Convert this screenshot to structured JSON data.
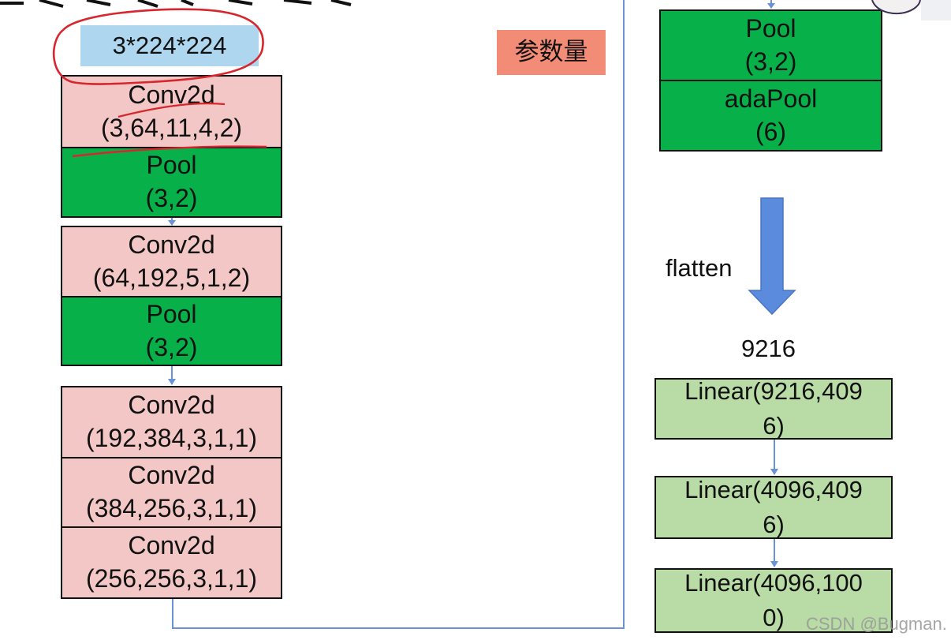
{
  "colors": {
    "conv": "#f4c7c7",
    "pool": "#08b04a",
    "linear": "#b9dba6",
    "input_box": "#aed7ef",
    "param_badge": "#f28c77",
    "connector": "#6a93d6",
    "arrow": "#5b8bdc",
    "annotation": "#d7262e"
  },
  "input": {
    "label": "3*224*224"
  },
  "param_badge": {
    "label": "参数量"
  },
  "left_stack": {
    "group1": [
      {
        "name": "Conv2d",
        "params": "(3,64,11,4,2)"
      },
      {
        "name": "Pool",
        "params": "(3,2)"
      }
    ],
    "group2": [
      {
        "name": "Conv2d",
        "params": "(64,192,5,1,2)"
      },
      {
        "name": "Pool",
        "params": "(3,2)"
      }
    ],
    "group3": [
      {
        "name": "Conv2d",
        "params": "(192,384,3,1,1)"
      },
      {
        "name": "Conv2d",
        "params": "(384,256,3,1,1)"
      },
      {
        "name": "Conv2d",
        "params": "(256,256,3,1,1)"
      }
    ]
  },
  "right_stack": {
    "pool": {
      "name": "Pool",
      "params": "(3,2)"
    },
    "adapool": {
      "name": "adaPool",
      "params": "(6)"
    },
    "flatten_label": "flatten",
    "flatten_size": "9216",
    "linears": [
      {
        "line1": "Linear(9216,409",
        "line2": "6)"
      },
      {
        "line1": "Linear(4096,409",
        "line2": "6)"
      },
      {
        "line1": "Linear(4096,100",
        "line2": "0)"
      }
    ]
  },
  "watermark": "CSDN @Bugman."
}
